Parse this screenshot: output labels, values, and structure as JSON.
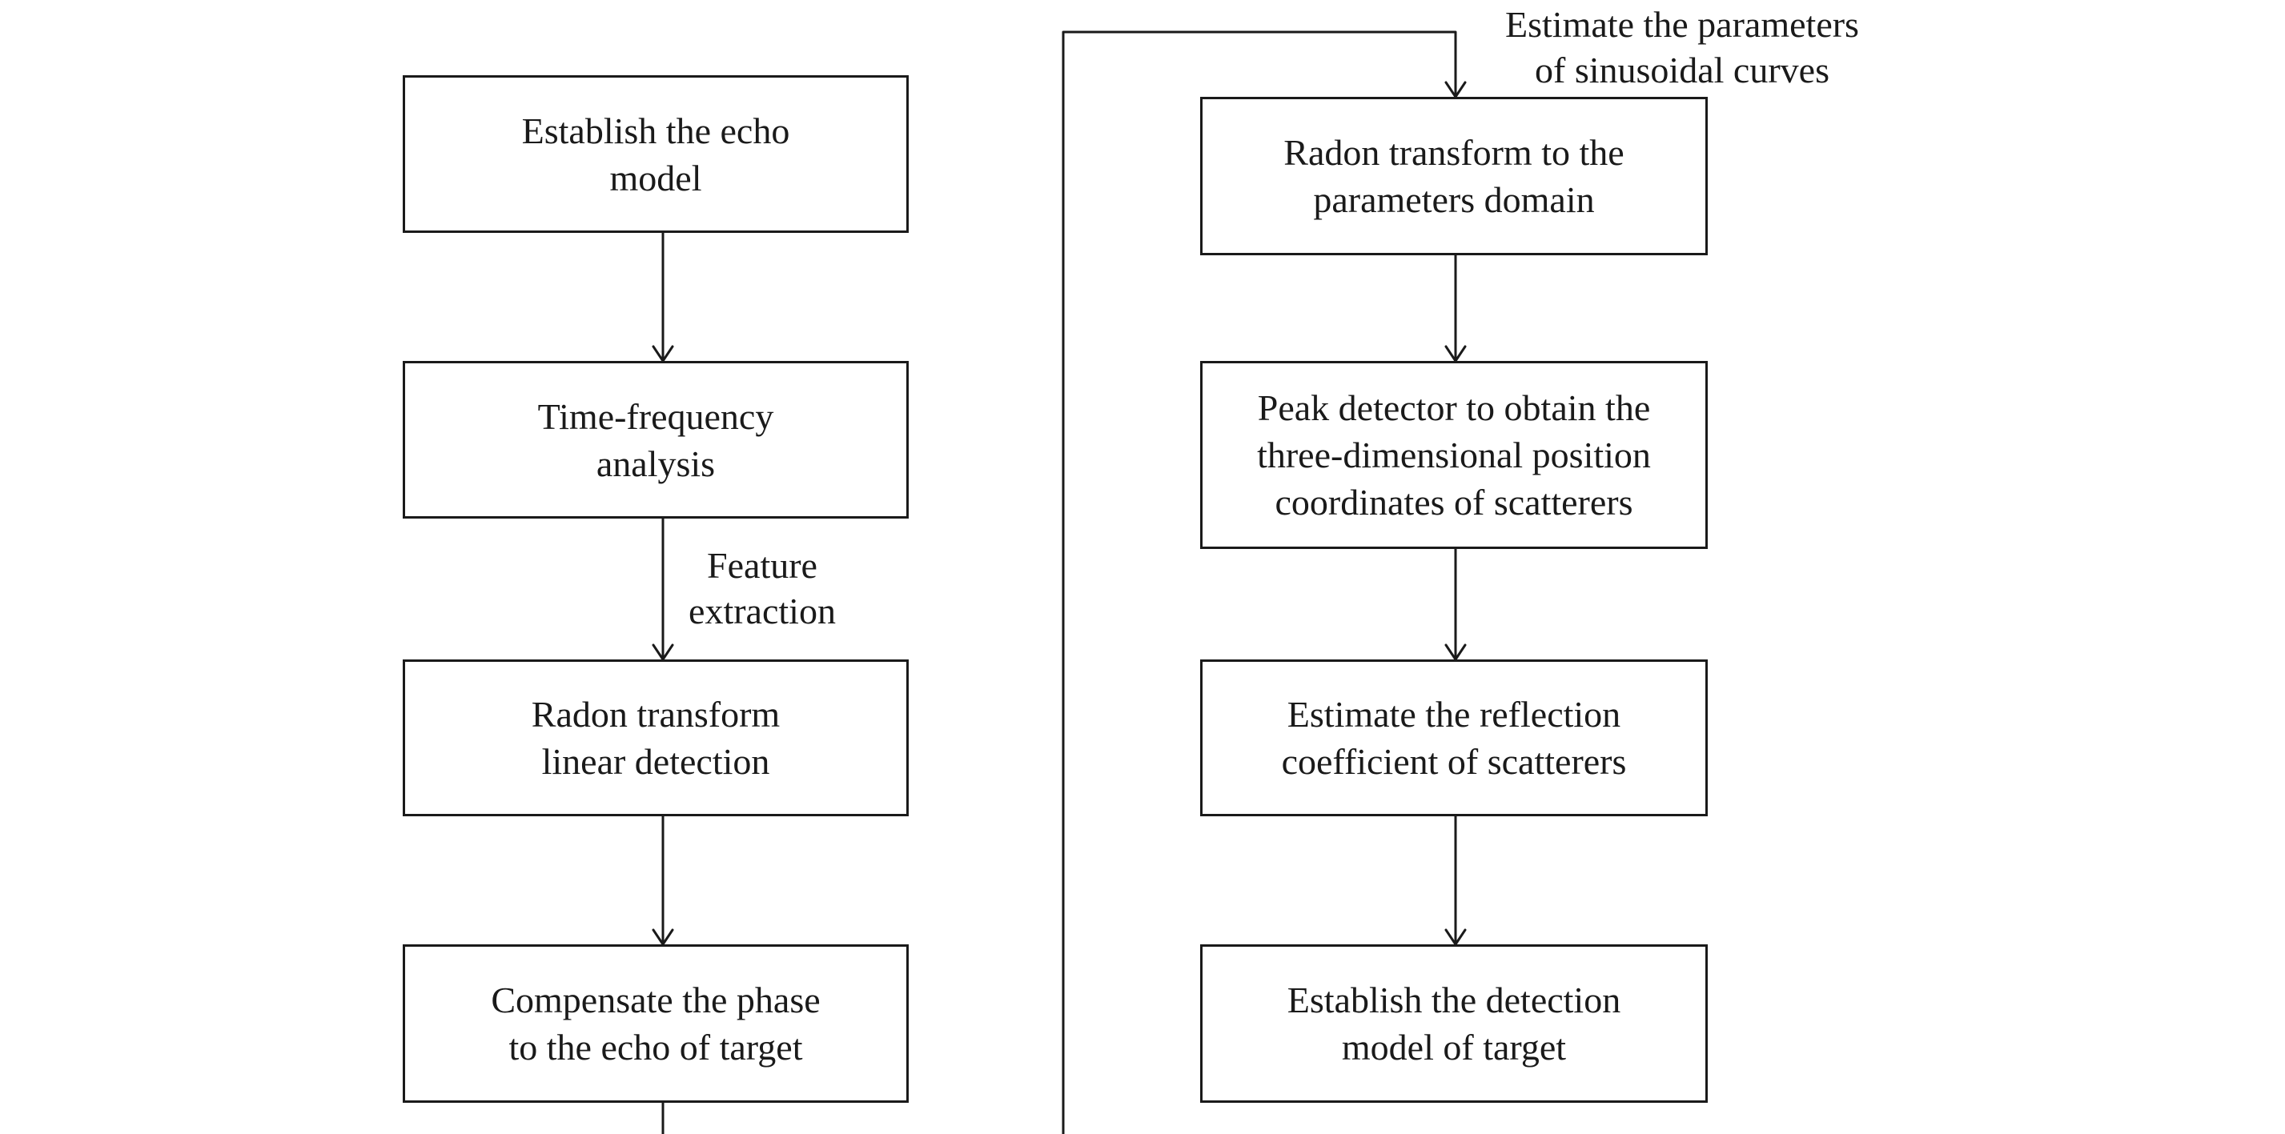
{
  "nodes": {
    "echo_model": [
      "Establish the echo",
      "model"
    ],
    "time_frequency": [
      "Time-frequency",
      "analysis"
    ],
    "radon_linear": [
      "Radon transform",
      "linear detection"
    ],
    "compensate_phase": [
      "Compensate the phase",
      "to the echo of target"
    ],
    "radon_parameters": [
      "Radon transform to the",
      "parameters domain"
    ],
    "peak_detector": [
      "Peak detector to obtain the",
      "three-dimensional position",
      "coordinates of scatterers"
    ],
    "reflection_coefficient": [
      "Estimate the reflection",
      "coefficient of scatterers"
    ],
    "detection_model": [
      "Establish the detection",
      "model of target"
    ]
  },
  "edge_labels": {
    "feature_extraction": [
      "Feature",
      "extraction"
    ],
    "estimate_sinusoidal": [
      "Estimate the parameters",
      "of sinusoidal curves"
    ]
  }
}
